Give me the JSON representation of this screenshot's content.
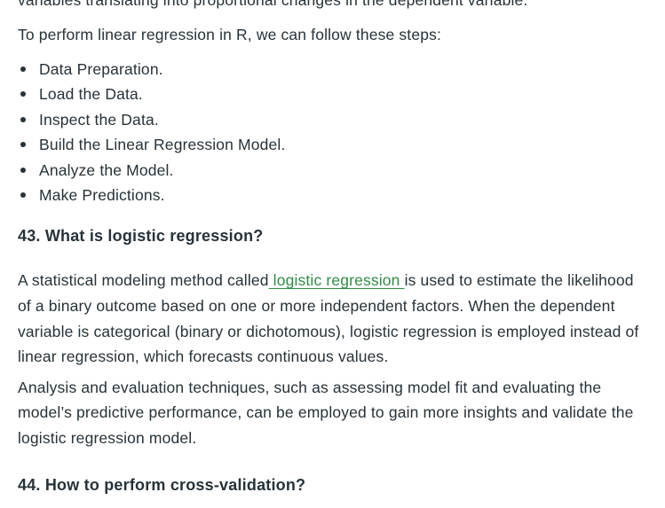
{
  "article": {
    "partial_line": "variables translating into proportional changes in the dependent variable.",
    "intro": "To perform linear regression in R, we can follow these steps:",
    "steps": [
      "Data Preparation.",
      "Load the Data.",
      "Inspect the Data.",
      "Build the Linear Regression Model.",
      "Analyze the Model.",
      "Make Predictions."
    ],
    "q43": {
      "heading": "43. What is logistic regression?",
      "para1_before": "A statistical modeling method called",
      "para1_link": " logistic regression ",
      "para1_after": "is used to estimate the likelihood of a binary outcome based on one or more independent factors. When the dependent variable is categorical (binary or dichotomous), logistic regression is employed instead of linear regression, which forecasts continuous values.",
      "para2": "Analysis and evaluation techniques, such as assessing model fit and evaluating the model’s predictive performance, can be employed to gain more insights and validate the logistic regression model."
    },
    "q44": {
      "heading": "44. How to perform cross-validation?"
    }
  },
  "colors": {
    "text": "#273239",
    "link": "#2f8d46",
    "background": "#ffffff"
  }
}
